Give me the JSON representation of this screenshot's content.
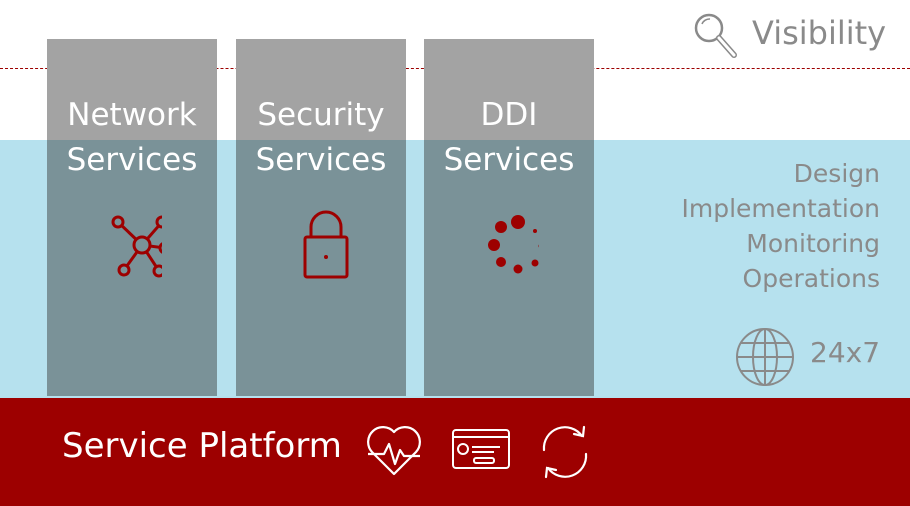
{
  "visibility": {
    "label": "Visibility",
    "icon": "magnifier-icon"
  },
  "columns": [
    {
      "line1": "Network",
      "line2": "Services",
      "icon": "network-hub-icon"
    },
    {
      "line1": "Security",
      "line2": "Services",
      "icon": "padlock-icon"
    },
    {
      "line1": "DDI",
      "line2": "Services",
      "icon": "dotted-spinner-icon"
    }
  ],
  "lifecycle": [
    "Design",
    "Implementation",
    "Monitoring",
    "Operations"
  ],
  "availability": {
    "label": "24x7",
    "icon": "globe-icon"
  },
  "platform": {
    "label": "Service Platform",
    "icons": [
      "heartbeat-icon",
      "id-card-icon",
      "refresh-cycle-icon"
    ]
  },
  "colors": {
    "brand_red": "#9d0000",
    "band_blue": "#b6e1ee",
    "column_gray": "#a3a3a3",
    "column_teal": "#7a9298",
    "text_gray": "#8a8a8a"
  }
}
